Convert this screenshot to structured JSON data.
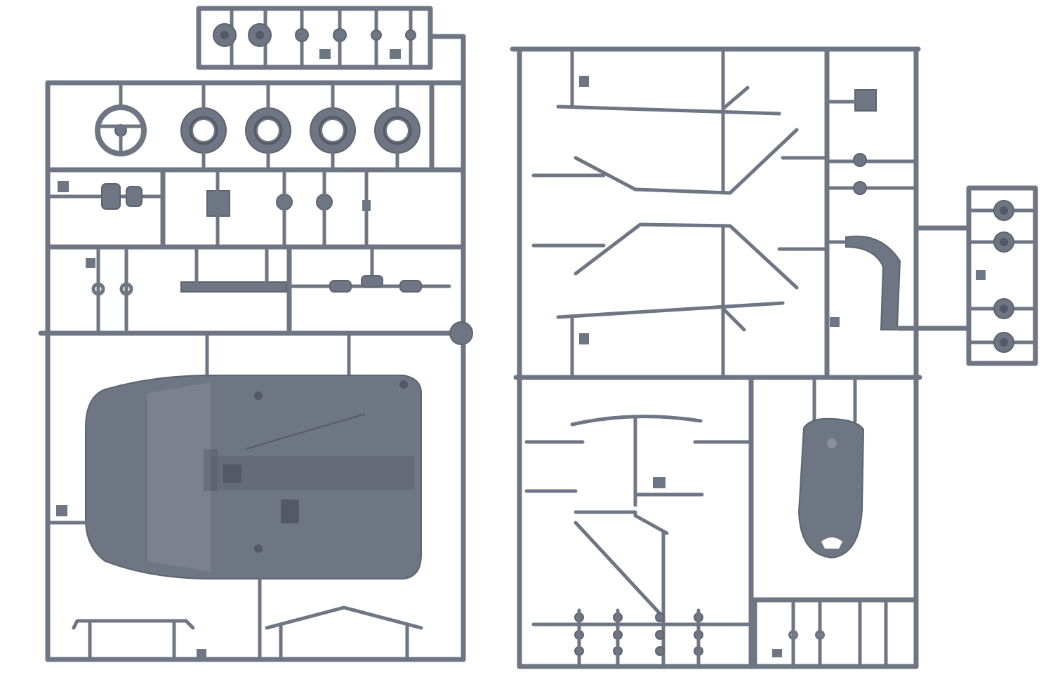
{
  "image": {
    "subject": "model-kit-sprues",
    "background_color": "#ffffff",
    "plastic_color": "#6f7683",
    "shadow_color": "#545a65",
    "highlight_color": "#8a909b"
  },
  "sprues": [
    {
      "name": "left-sprue-frame"
    },
    {
      "name": "top-wheel-sprue"
    },
    {
      "name": "right-sprue-frame"
    },
    {
      "name": "side-wheel-sprue"
    }
  ]
}
